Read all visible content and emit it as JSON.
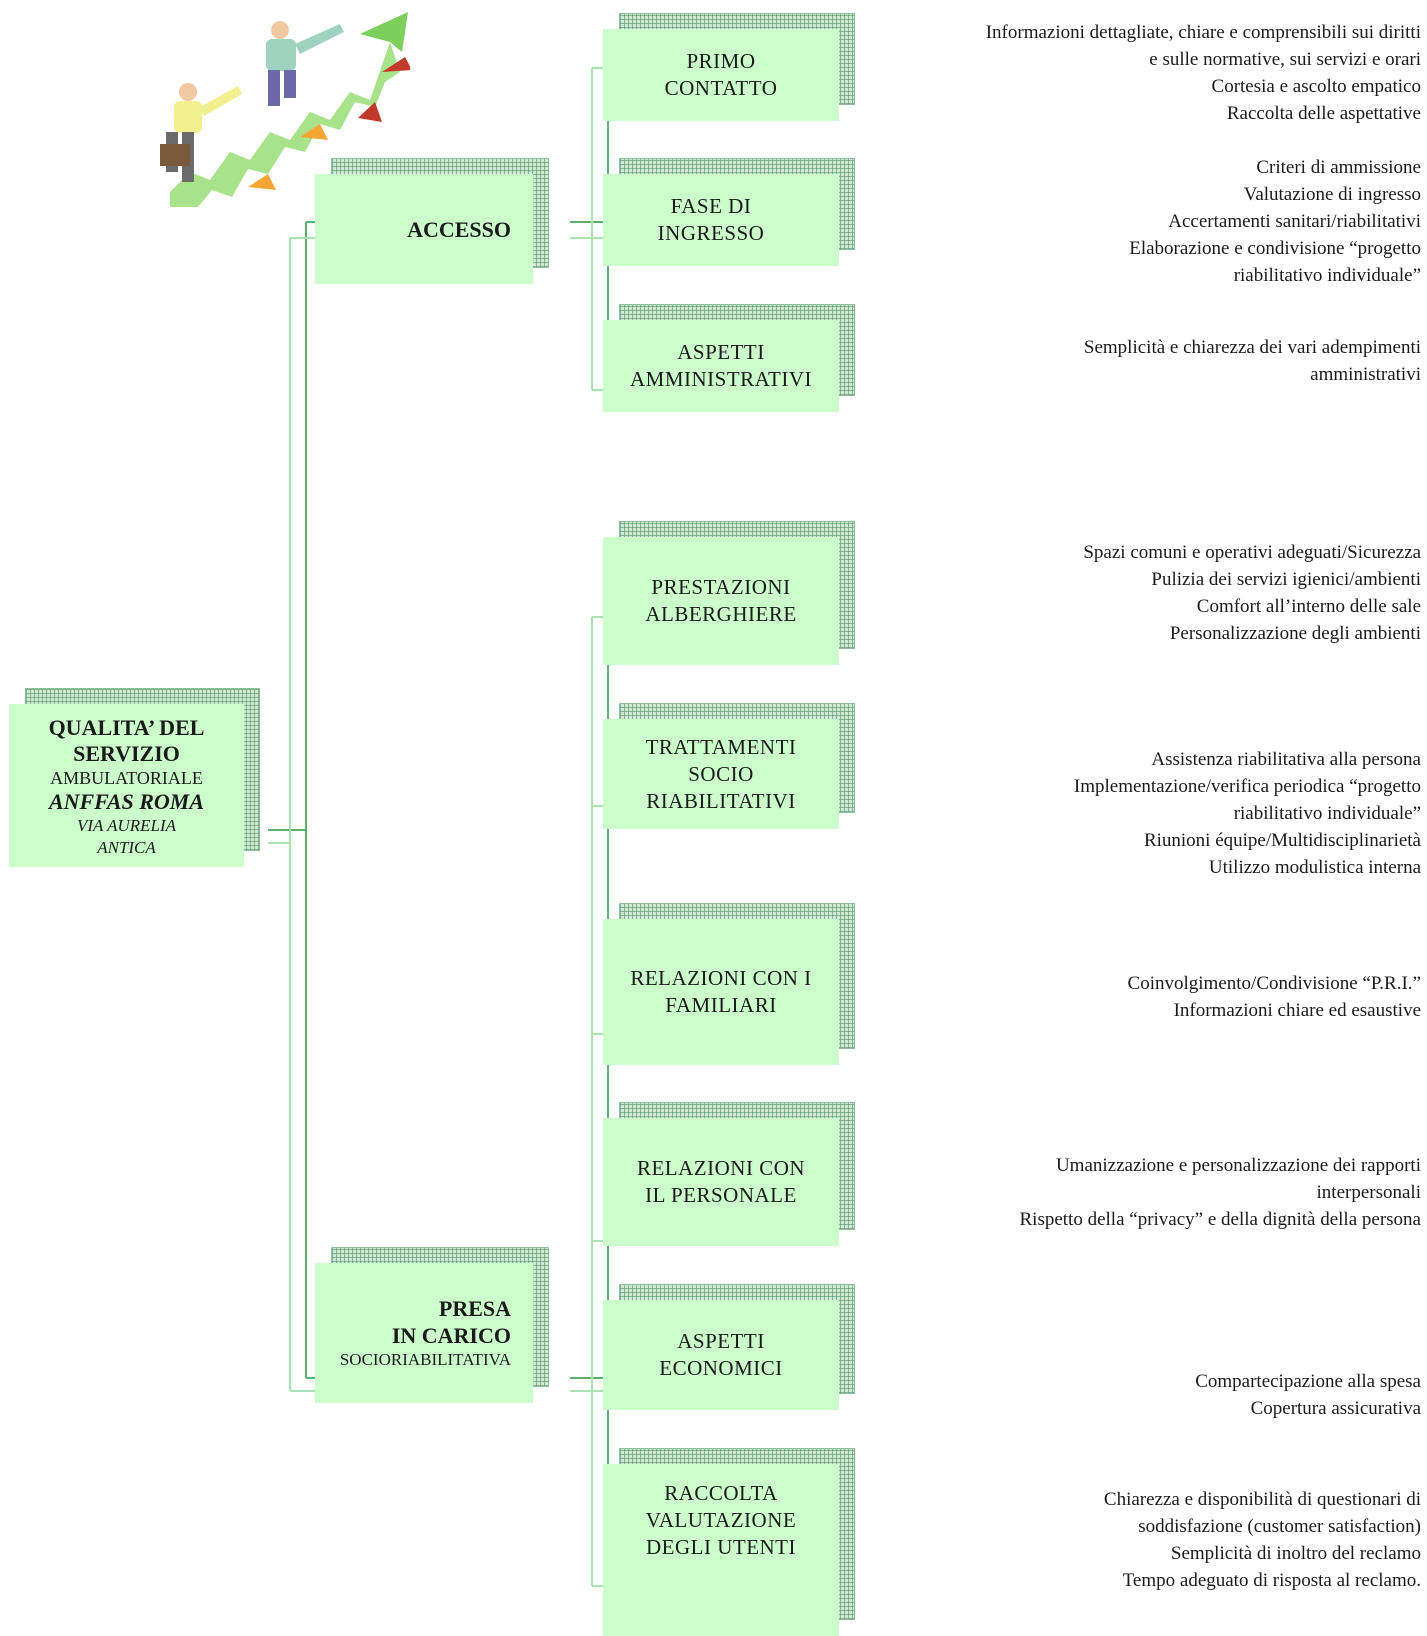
{
  "root": {
    "line1": "QUALITA’ DEL",
    "line2": "SERVIZIO",
    "line3": "AMBULATORIALE",
    "line4": "ANFFAS ROMA",
    "line5": "VIA AURELIA",
    "line6": "ANTICA"
  },
  "groups": [
    {
      "title": "ACCESSO",
      "subtitle": ""
    },
    {
      "title_1": "PRESA",
      "title_2": "IN CARICO",
      "subtitle": "SOCIORIABILITATIVA"
    }
  ],
  "items": [
    {
      "line1": "PRIMO",
      "line2": "CONTATTO",
      "line3": "",
      "desc": [
        "Informazioni dettagliate, chiare e comprensibili sui diritti e sulle normative, sui servizi e orari",
        "Cortesia e ascolto empatico",
        "Raccolta delle aspettative"
      ]
    },
    {
      "line1": "FASE DI",
      "line2": "INGRESSO",
      "line3": "",
      "desc": [
        "Criteri di ammissione",
        "Valutazione di ingresso",
        "Accertamenti sanitari/riabilitativi",
        "Elaborazione e condivisione “progetto riabilitativo individuale”"
      ]
    },
    {
      "line1": "ASPETTI",
      "line2": "AMMINISTRATIVI",
      "line3": "",
      "desc": [
        "Semplicità e chiarezza dei vari adempimenti amministrativi"
      ]
    },
    {
      "line1": "PRESTAZIONI",
      "line2": "ALBERGHIERE",
      "line3": "",
      "desc": [
        "Spazi comuni e operativi adeguati/Sicurezza",
        "Pulizia dei servizi igienici/ambienti",
        "Comfort all’interno delle sale",
        "Personalizzazione degli ambienti"
      ]
    },
    {
      "line1": "TRATTAMENTI",
      "line2": "SOCIO",
      "line3": "RIABILITATIVI",
      "desc": [
        "Assistenza riabilitativa alla persona",
        "Implementazione/verifica periodica “progetto riabilitativo individuale”",
        "Riunioni équipe/Multidisciplinarietà",
        "Utilizzo modulistica interna"
      ]
    },
    {
      "line1": "RELAZIONI CON I",
      "line2": "FAMILIARI",
      "line3": "",
      "desc": [
        "Coinvolgimento/Condivisione “P.R.I.”",
        "Informazioni chiare ed esaustive"
      ]
    },
    {
      "line1": "RELAZIONI CON",
      "line2": "IL PERSONALE",
      "line3": "",
      "desc": [
        "Umanizzazione e personalizzazione dei rapporti interpersonali",
        "Rispetto della “privacy” e della dignità della persona"
      ]
    },
    {
      "line1": "ASPETTI",
      "line2": "ECONOMICI",
      "line3": "",
      "desc": [
        "Compartecipazione alla spesa",
        "Copertura assicurativa"
      ]
    },
    {
      "line1": "RACCOLTA",
      "line2": "VALUTAZIONE",
      "line3": "DEGLI UTENTI",
      "desc": [
        "Chiarezza e disponibilità di questionari di soddisfazione (customer satisfaction)",
        "Semplicità di inoltro del reclamo",
        "Tempo adeguato di risposta al reclamo."
      ]
    }
  ],
  "clipart": {
    "icon": "people-climbing-arrow-icon",
    "colors": [
      "#2e8b3c",
      "#a8e28a",
      "#c0392b",
      "#f4a533"
    ]
  }
}
